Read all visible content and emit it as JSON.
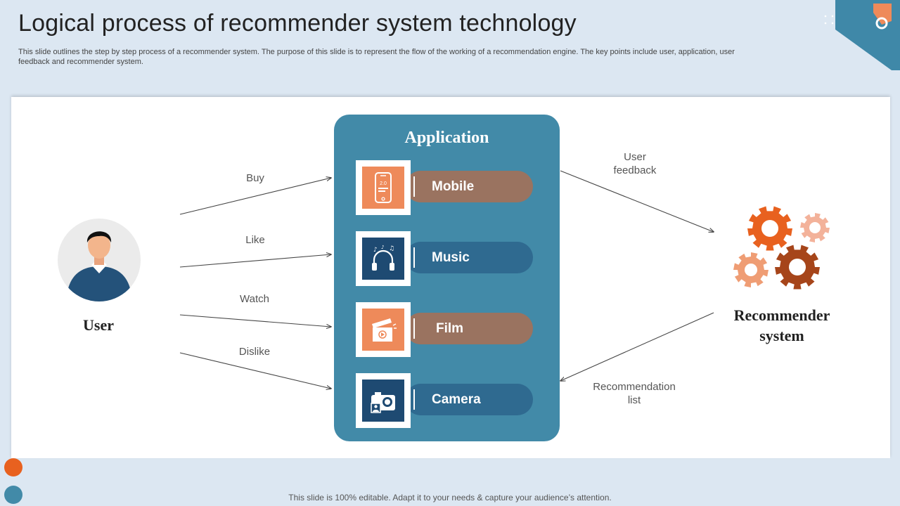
{
  "slide": {
    "title": "Logical process of recommender system technology",
    "subtitle": "This slide outlines the step by step process of a recommender system. The purpose of this slide is to represent the flow of the working of a recommendation engine. The key points include user, application, user feedback and recommender system.",
    "footer": "This slide is 100% editable. Adapt it to your needs & capture your audience’s attention."
  },
  "user": {
    "label": "User",
    "icon": "person-avatar-icon"
  },
  "actions": [
    {
      "label": "Buy"
    },
    {
      "label": "Like"
    },
    {
      "label": "Watch"
    },
    {
      "label": "Dislike"
    }
  ],
  "application": {
    "title": "Application",
    "items": [
      {
        "label": "Mobile",
        "icon": "mobile-phone-icon",
        "tile_color": "#ee8a5a",
        "pill_color": "#9a7360"
      },
      {
        "label": "Music",
        "icon": "headphones-music-icon",
        "tile_color": "#1e4a72",
        "pill_color": "#2f6a90"
      },
      {
        "label": "Film",
        "icon": "clapperboard-icon",
        "tile_color": "#ee8a5a",
        "pill_color": "#9a7360"
      },
      {
        "label": "Camera",
        "icon": "camera-icon",
        "tile_color": "#1e4a72",
        "pill_color": "#2f6a90"
      }
    ]
  },
  "feedback": {
    "label": "User feedback"
  },
  "recommendation": {
    "label": "Recommendation list"
  },
  "recommender": {
    "label": "Recommender system",
    "icon": "gears-icon"
  },
  "colors": {
    "background": "#dce7f2",
    "application_box": "#428aa8",
    "accent_orange": "#e8611f",
    "accent_blue": "#428aa8"
  }
}
